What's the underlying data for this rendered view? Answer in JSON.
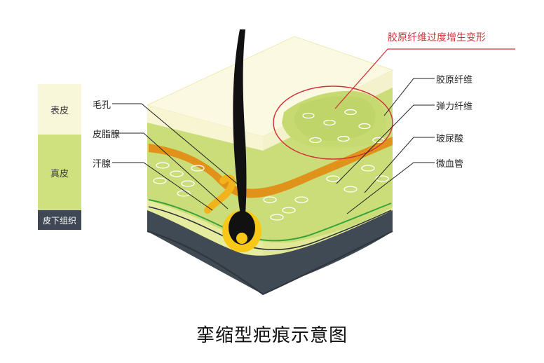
{
  "title": "挛缩型疤痕示意图",
  "legend": {
    "epidermis": "表皮",
    "dermis": "真皮",
    "subcutaneous": "皮下组织"
  },
  "labels": {
    "hair_pore": "毛孔",
    "sebaceous_gland": "皮脂腺",
    "sweat_gland": "汗腺",
    "collagen_hyperplasia": "胶原纤维过度增生变形",
    "collagen_fiber": "胶原纤维",
    "elastic_fiber": "弹力纤维",
    "hyaluronic_acid": "玻尿酸",
    "microvessel": "微血管"
  },
  "colors": {
    "epidermis": "#f9f7d9",
    "dermis": "#cfe07e",
    "subcutaneous": "#3e4753",
    "gland": "#e0921a",
    "callout": "#d2343b",
    "vessel": "#3aa23a"
  }
}
